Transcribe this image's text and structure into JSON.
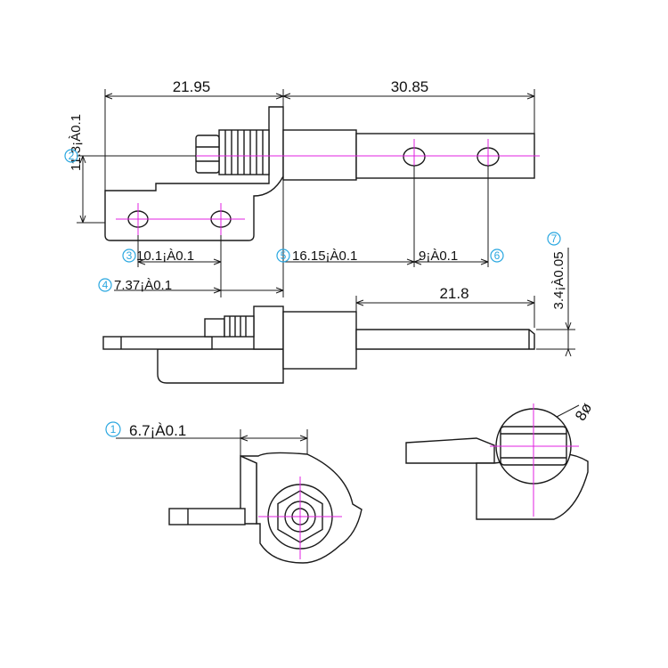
{
  "dimensions": {
    "d_21_95": "21.95",
    "d_30_85": "30.85",
    "d_11_3": "11.3¡À0.1",
    "d_10_1": "10.1¡À0.1",
    "d_7_37": "7.37¡À0.1",
    "d_16_15": "16.15¡À0.1",
    "d_9": "9¡À0.1",
    "d_21_8": "21.8",
    "d_3_4": "3.4¡À0.05",
    "d_6_7": "6.7¡À0.1",
    "d_8": "8ø"
  },
  "callouts": {
    "c1": "1",
    "c2": "2",
    "c3": "3",
    "c4": "4",
    "c5": "5",
    "c6": "6",
    "c7": "7"
  },
  "colors": {
    "line": "#1a1a1a",
    "centerline": "#e020e0",
    "callout": "#2aa7e0"
  }
}
